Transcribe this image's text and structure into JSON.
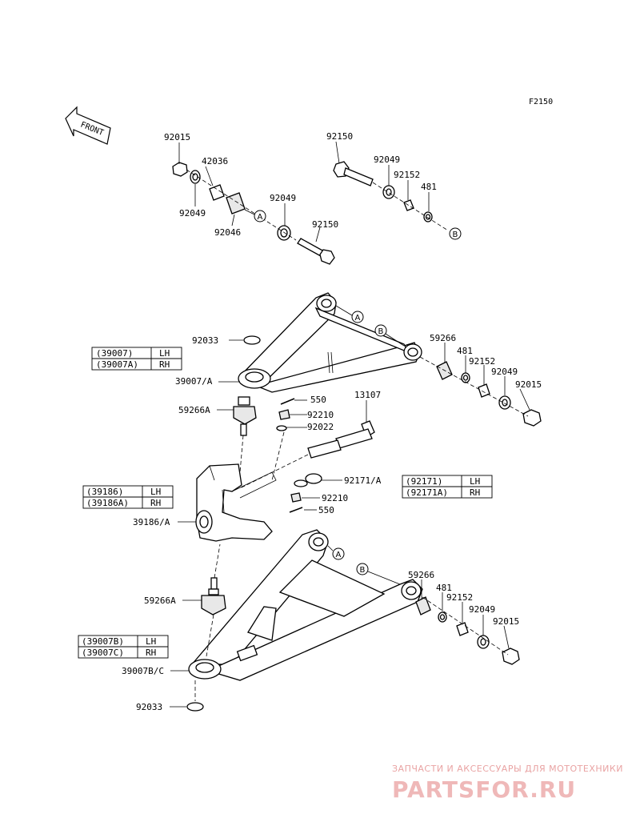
{
  "figure_code": "F2150",
  "front_label": "FRONT",
  "circle_refs": {
    "a": "A",
    "b": "B"
  },
  "parts": {
    "p92015_top": "92015",
    "p42036": "42036",
    "p92049_left": "92049",
    "p92046": "92046",
    "p92049_mid": "92049",
    "p92150_mid": "92150",
    "p92150_top": "92150",
    "p92049_top": "92049",
    "p92152_top": "92152",
    "p481_top": "481",
    "p92033_top": "92033",
    "p39007_a": "39007/A",
    "p59266_up": "59266",
    "p481_up": "481",
    "p92152_up": "92152",
    "p92049_up": "92049",
    "p92015_up": "92015",
    "p550_top": "550",
    "p92210_top": "92210",
    "p92022": "92022",
    "p13107": "13107",
    "p59266a_top": "59266A",
    "p92171_a": "92171/A",
    "p92210_bot": "92210",
    "p550_bot": "550",
    "p39186_a": "39186/A",
    "p59266_low": "59266",
    "p481_low": "481",
    "p92152_low": "92152",
    "p92049_low": "92049",
    "p92015_low": "92015",
    "p59266a_bot": "59266A",
    "p39007_bc": "39007B/C",
    "p92033_bot": "92033"
  },
  "tables": {
    "t39007": {
      "rows": [
        {
          "code": "(39007)",
          "side": "LH"
        },
        {
          "code": "(39007A)",
          "side": "RH"
        }
      ]
    },
    "t39186": {
      "rows": [
        {
          "code": "(39186)",
          "side": "LH"
        },
        {
          "code": "(39186A)",
          "side": "RH"
        }
      ]
    },
    "t92171": {
      "rows": [
        {
          "code": "(92171)",
          "side": "LH"
        },
        {
          "code": "(92171A)",
          "side": "RH"
        }
      ]
    },
    "t39007b": {
      "rows": [
        {
          "code": "(39007B)",
          "side": "LH"
        },
        {
          "code": "(39007C)",
          "side": "RH"
        }
      ]
    }
  },
  "watermark": {
    "line1": "ЗАПЧАСТИ И АКСЕССУАРЫ ДЛЯ МОТОТЕХНИКИ",
    "line2": "PARTSFOR.RU"
  }
}
